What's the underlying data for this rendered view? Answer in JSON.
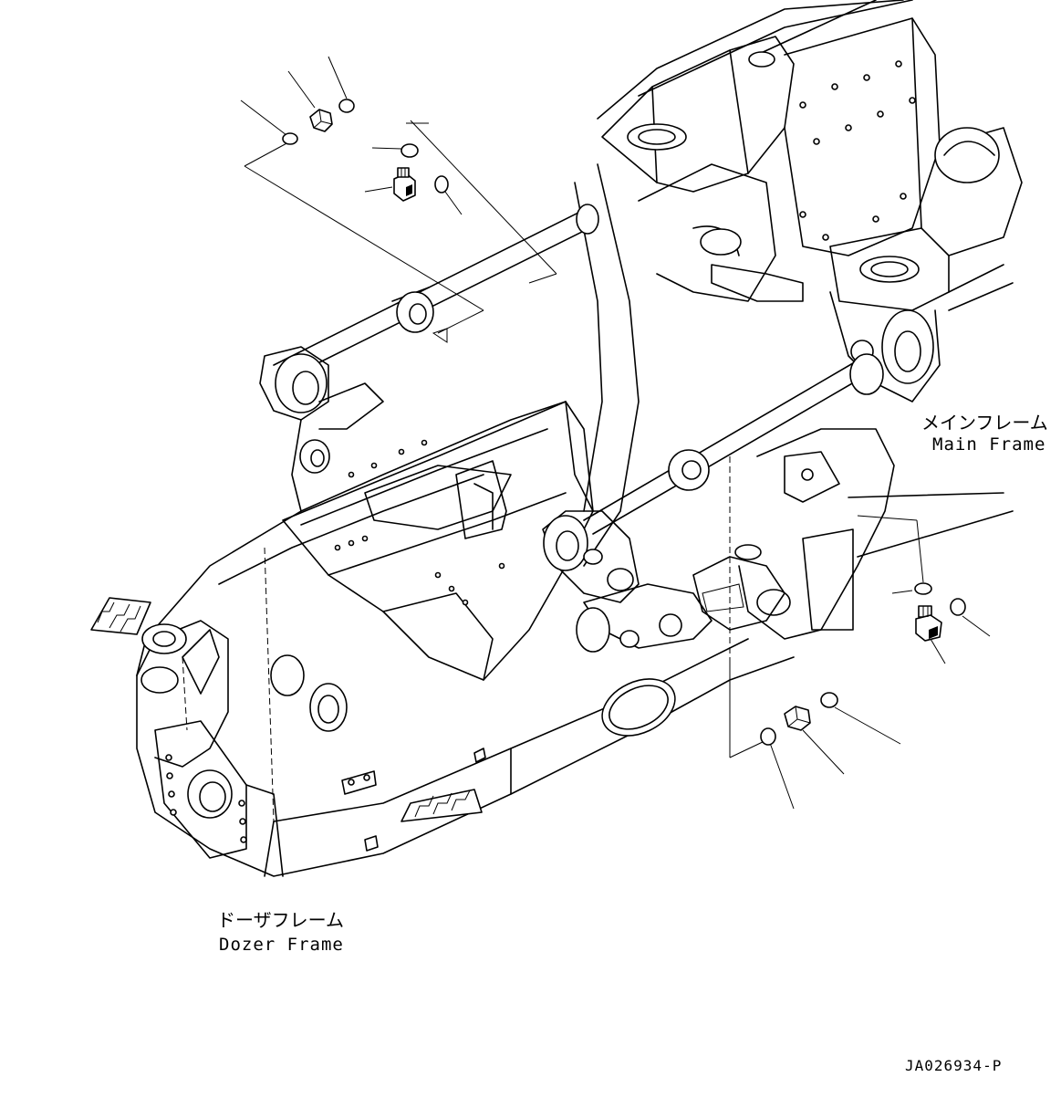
{
  "labels": {
    "main_frame_jp": "メインフレーム",
    "main_frame_en": "Main Frame",
    "dozer_frame_jp": "ドーザフレーム",
    "dozer_frame_en": "Dozer Frame"
  },
  "reference_code": "JA026934-P",
  "colors": {
    "line": "#000000",
    "background": "#ffffff"
  }
}
